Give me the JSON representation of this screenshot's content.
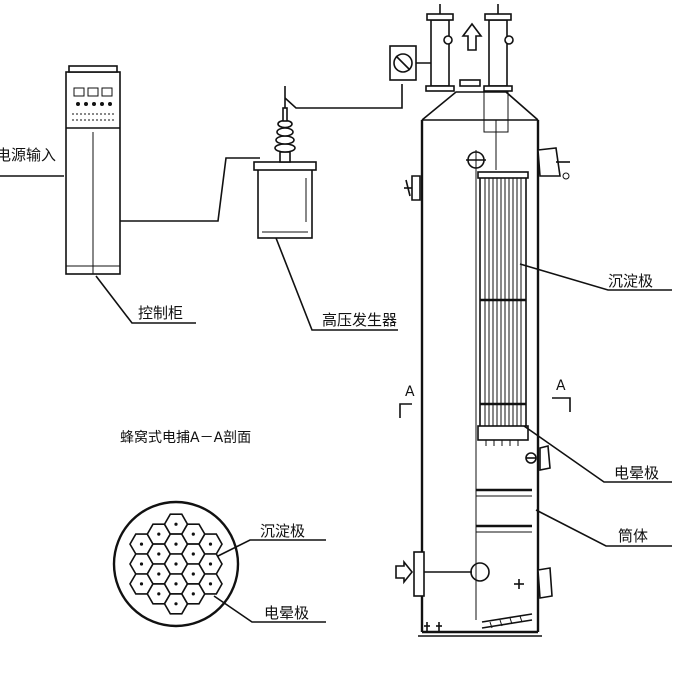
{
  "labels": {
    "power_input": "电源输入",
    "control_cabinet": "控制柜",
    "hv_generator": "高压发生器",
    "section_title": "蜂窝式电捕A－A剖面",
    "collecting_electrode": "沉淀极",
    "corona_electrode": "电晕极",
    "shell": "筒体",
    "section_mark_left": "A",
    "section_mark_right": "A",
    "section_collecting_electrode": "沉淀极",
    "section_corona_electrode": "电晕极"
  }
}
